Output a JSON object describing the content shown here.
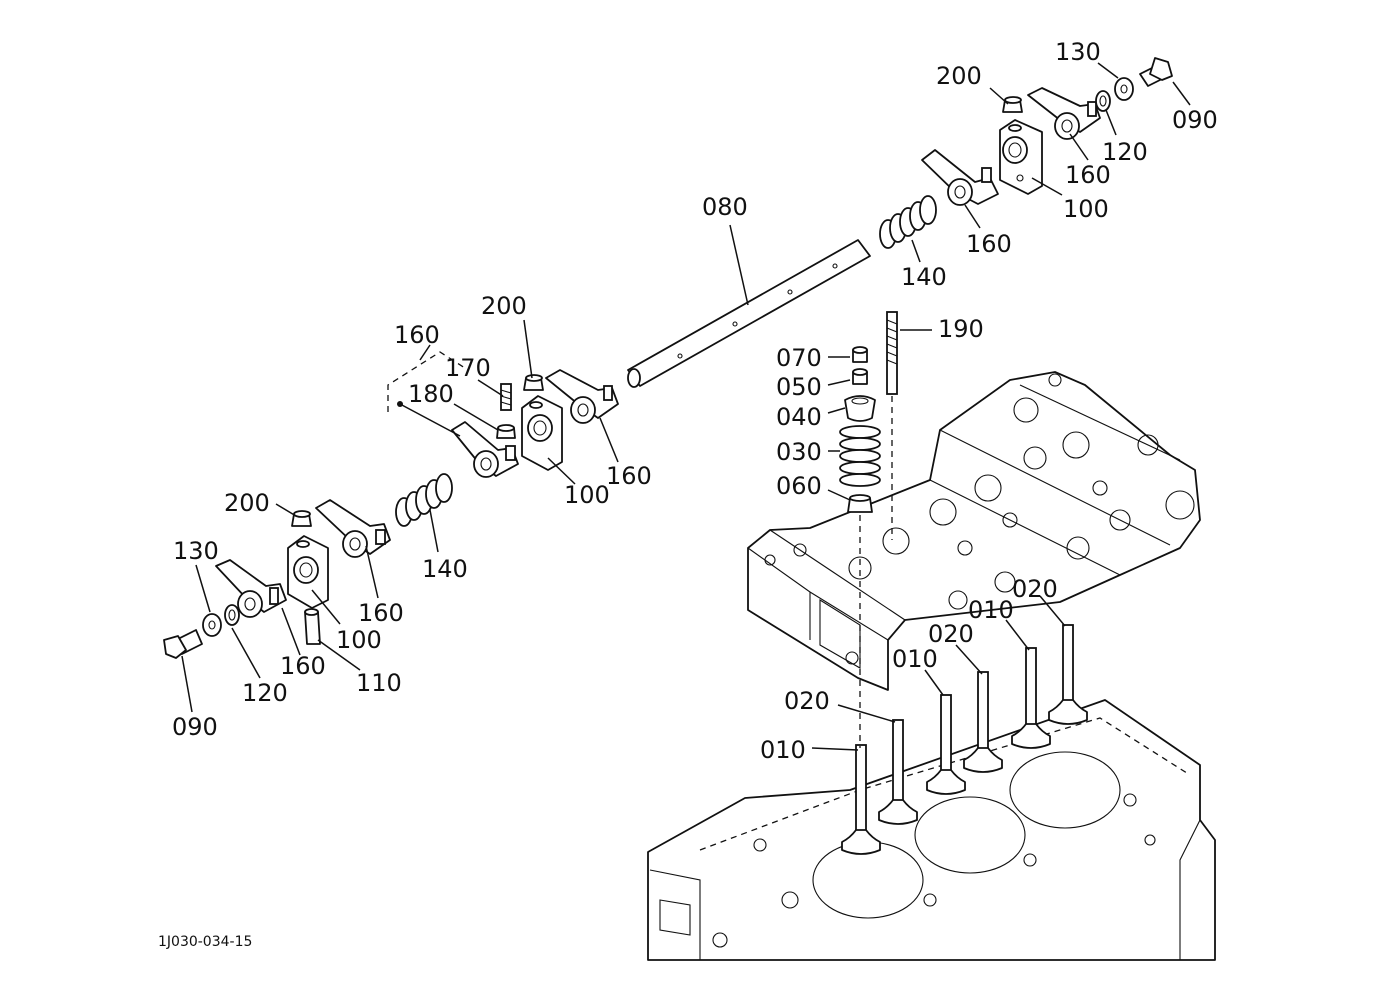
{
  "drawing_code": "1J030-034-15",
  "callouts": {
    "c_130_r": "130",
    "c_200_r": "200",
    "c_090_r": "090",
    "c_160_r1": "160",
    "c_120_r": "120",
    "c_100_r": "100",
    "c_160_r2": "160",
    "c_080": "080",
    "c_140_r": "140",
    "c_200_m": "200",
    "c_160_grp": "160",
    "c_170": "170",
    "c_180": "180",
    "c_100_m": "100",
    "c_160_m": "160",
    "c_190": "190",
    "c_070": "070",
    "c_050": "050",
    "c_040": "040",
    "c_030": "030",
    "c_060": "060",
    "c_200_l": "200",
    "c_130_l": "130",
    "c_140_l": "140",
    "c_160_l1": "160",
    "c_100_l": "100",
    "c_160_l2": "160",
    "c_110": "110",
    "c_120_l": "120",
    "c_090_l": "090",
    "c_020_a": "020",
    "c_010_a": "010",
    "c_020_b": "020",
    "c_010_b": "010",
    "c_020_c": "020",
    "c_010_c": "010"
  }
}
